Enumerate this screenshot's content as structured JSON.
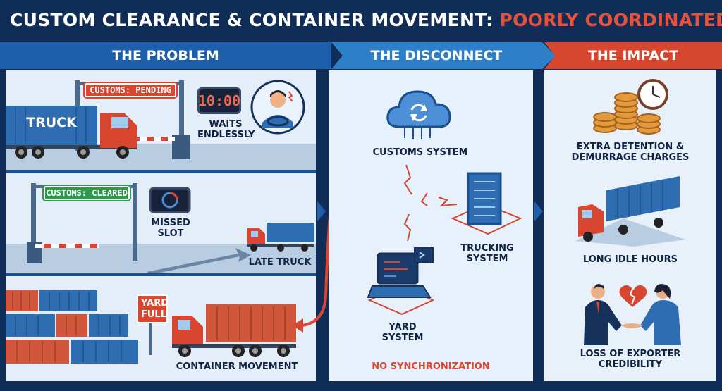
{
  "title": {
    "main": "CUSTOM CLEARANCE & CONTAINER MOVEMENT: ",
    "accent": "POORLY COORDINATED"
  },
  "columns": {
    "problem": "THE PROBLEM",
    "disconnect": "THE DISCONNECT",
    "impact": "THE IMPACT"
  },
  "problem": {
    "row1": {
      "sign": "CUSTOMS: PENDING",
      "truck_label": "TRUCK",
      "clock": "10:00",
      "caption": "WAITS\nENDLESSLY"
    },
    "row2": {
      "sign": "CUSTOMS: CLEARED",
      "caption_slot": "MISSED\nSLOT",
      "caption_truck": "LATE TRUCK"
    },
    "row3": {
      "sign": "YARD\nFULL",
      "caption": "CONTAINER MOVEMENT"
    }
  },
  "disconnect": {
    "customs": "CUSTOMS SYSTEM",
    "trucking": "TRUCKING\nSYSTEM",
    "yard": "YARD\nSYSTEM",
    "footer": "NO SYNCHRONIZATION"
  },
  "impact": {
    "item1": "EXTRA DETENTION &\nDEMURRAGE CHARGES",
    "item2": "LONG IDLE HOURS",
    "item3": "LOSS OF EXPORTER\nCREDIBILITY"
  },
  "colors": {
    "navy": "#0f2d57",
    "blue": "#1d5faa",
    "red": "#d7462f",
    "green": "#2d9a4a"
  }
}
